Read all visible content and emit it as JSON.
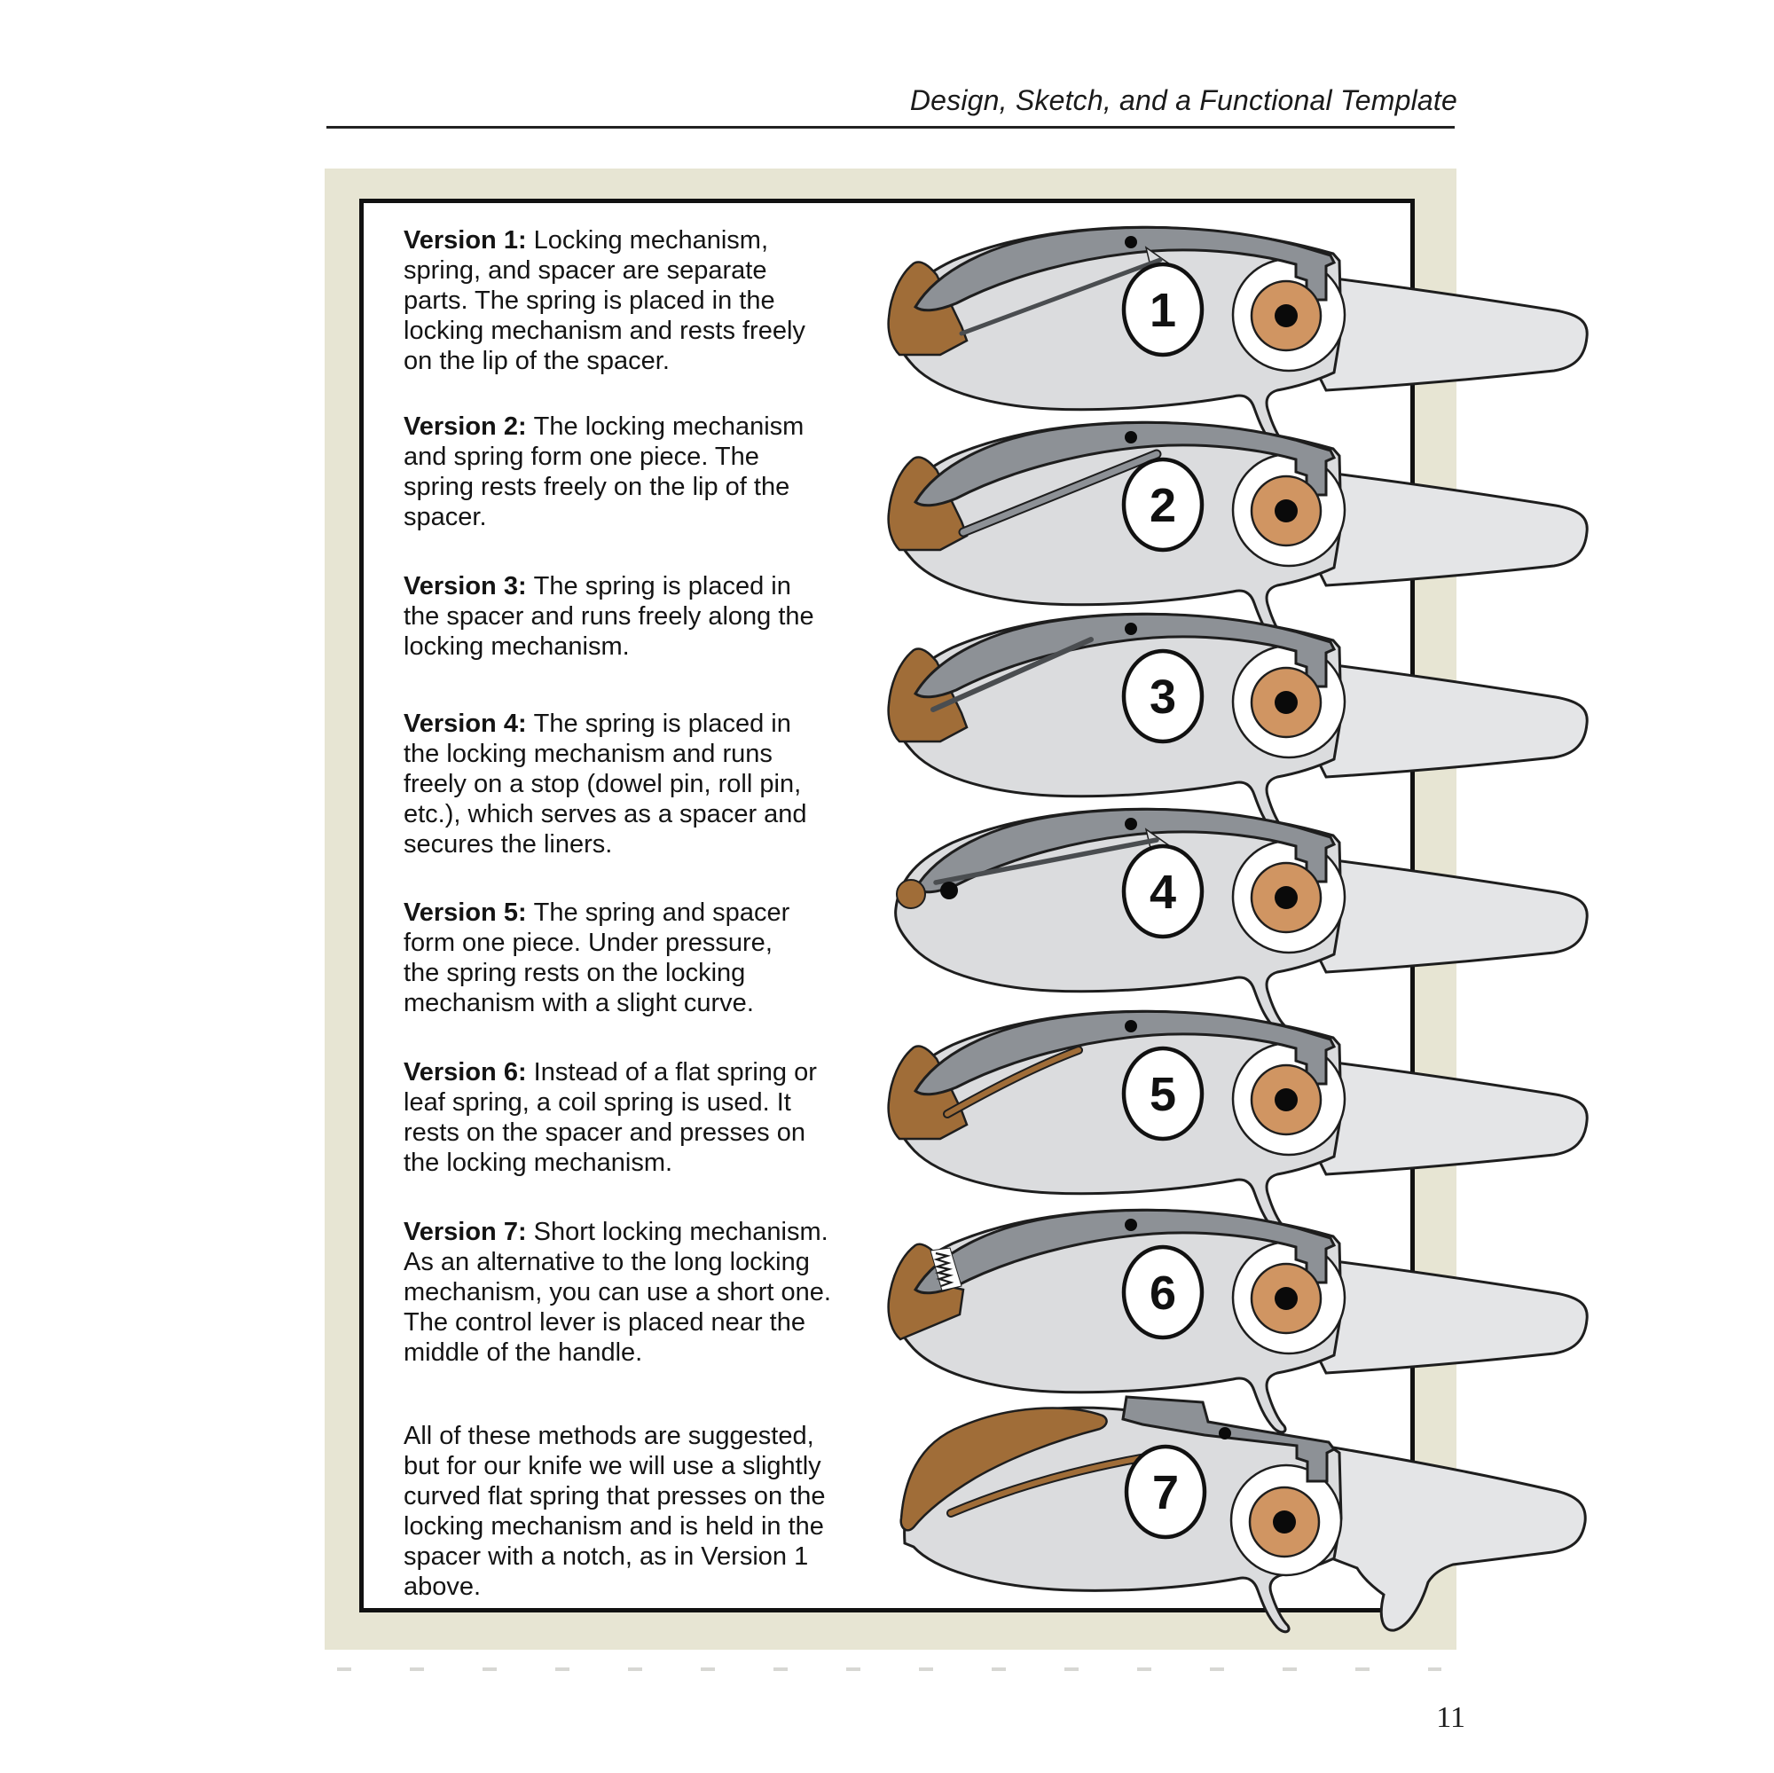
{
  "page": {
    "header_title": "Design, Sketch, and a Functional Template",
    "page_number": "11"
  },
  "sections": [
    {
      "label": "Version 1: ",
      "body": "Locking mechanism,\nspring, and spacer are separate\nparts. The spring is placed in the\nlocking mechanism and rests freely\non the lip of the spacer."
    },
    {
      "label": "Version 2: ",
      "body": "The locking mechanism\nand spring form one piece. The\nspring rests freely on the lip of the\nspacer."
    },
    {
      "label": "Version 3: ",
      "body": "The spring is placed in\nthe spacer and runs freely along the\nlocking mechanism."
    },
    {
      "label": "Version 4: ",
      "body": "The spring is placed in\nthe locking mechanism and runs\nfreely on a stop (dowel pin, roll pin,\netc.), which serves as a spacer and\nsecures the liners."
    },
    {
      "label": "Version 5: ",
      "body": "The spring and spacer\nform one piece. Under pressure,\nthe spring rests on the locking\nmechanism with a slight curve."
    },
    {
      "label": "Version 6: ",
      "body": "Instead of a flat spring or\nleaf spring, a coil spring is used. It\nrests on the spacer and presses on\nthe locking mechanism."
    },
    {
      "label": "Version 7: ",
      "body": "Short locking mechanism.\nAs an alternative to the long locking\nmechanism, you can use a short one.\nThe control lever is placed near the\nmiddle of the handle."
    },
    {
      "label": "",
      "body": "All of these methods are suggested,\nbut for our knife we will use a slightly\ncurved flat spring that presses on the\nlocking mechanism and is held in the\nspacer with a notch, as in Version 1\nabove."
    }
  ],
  "knives": [
    {
      "number": "1"
    },
    {
      "number": "2"
    },
    {
      "number": "3"
    },
    {
      "number": "4"
    },
    {
      "number": "5"
    },
    {
      "number": "6"
    },
    {
      "number": "7"
    }
  ],
  "colors": {
    "beige": "#e7e5d3",
    "lock_gray": "#8d9196",
    "handle_gray": "#dbdcde",
    "blade_gray": "#e4e5e7",
    "brown": "#a06d38",
    "pivot_tan": "#d09562",
    "outline": "#1e1e1e",
    "text": "#161616"
  }
}
